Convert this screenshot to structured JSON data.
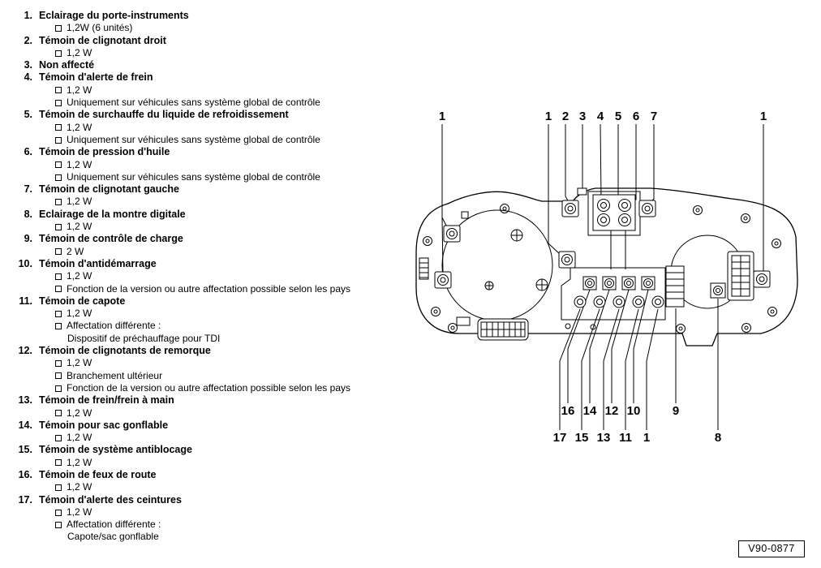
{
  "page": {
    "ref_label": "V90-0877"
  },
  "legend": {
    "items": [
      {
        "num": "1.",
        "title": "Eclairage du porte-instruments",
        "details": [
          {
            "bullet": true,
            "text": "1,2W (6 unités)"
          }
        ]
      },
      {
        "num": "2.",
        "title": "Témoin de clignotant droit",
        "details": [
          {
            "bullet": true,
            "text": "1,2 W"
          }
        ]
      },
      {
        "num": "3.",
        "title": "Non affecté",
        "details": []
      },
      {
        "num": "4.",
        "title": "Témoin d'alerte de frein",
        "details": [
          {
            "bullet": true,
            "text": "1,2 W"
          },
          {
            "bullet": true,
            "text": "Uniquement sur véhicules sans système global de contrôle"
          }
        ]
      },
      {
        "num": "5.",
        "title": "Témoin de surchauffe du liquide de refroidissement",
        "details": [
          {
            "bullet": true,
            "text": "1,2 W"
          },
          {
            "bullet": true,
            "text": "Uniquement sur véhicules sans système global de contrôle"
          }
        ]
      },
      {
        "num": "6.",
        "title": "Témoin de pression d'huile",
        "details": [
          {
            "bullet": true,
            "text": "1,2 W"
          },
          {
            "bullet": true,
            "text": "Uniquement sur véhicules sans système global de contrôle"
          }
        ]
      },
      {
        "num": "7.",
        "title": "Témoin de clignotant gauche",
        "details": [
          {
            "bullet": true,
            "text": "1,2 W"
          }
        ]
      },
      {
        "num": "8.",
        "title": "Eclairage de la montre digitale",
        "details": [
          {
            "bullet": true,
            "text": "1,2 W"
          }
        ]
      },
      {
        "num": "9.",
        "title": "Témoin de contrôle de charge",
        "details": [
          {
            "bullet": true,
            "text": "2 W"
          }
        ]
      },
      {
        "num": "10.",
        "title": "Témoin d'antidémarrage",
        "details": [
          {
            "bullet": true,
            "text": "1,2 W"
          },
          {
            "bullet": true,
            "text": "Fonction de la version ou autre affectation possible selon les pays"
          }
        ]
      },
      {
        "num": "11.",
        "title": "Témoin de capote",
        "details": [
          {
            "bullet": true,
            "text": "1,2 W"
          },
          {
            "bullet": true,
            "text": "Affectation différente :"
          },
          {
            "bullet": false,
            "text": "Dispositif de préchauffage pour TDI"
          }
        ]
      },
      {
        "num": "12.",
        "title": "Témoin de clignotants de remorque",
        "details": [
          {
            "bullet": true,
            "text": "1,2 W"
          },
          {
            "bullet": true,
            "text": "Branchement ultérieur"
          },
          {
            "bullet": true,
            "text": "Fonction de la version ou autre affectation possible selon les pays"
          }
        ]
      },
      {
        "num": "13.",
        "title": "Témoin de frein/frein à main",
        "details": [
          {
            "bullet": true,
            "text": "1,2 W"
          }
        ]
      },
      {
        "num": "14.",
        "title": "Témoin pour sac gonflable",
        "details": [
          {
            "bullet": true,
            "text": "1,2 W"
          }
        ]
      },
      {
        "num": "15.",
        "title": "Témoin de système antiblocage",
        "details": [
          {
            "bullet": true,
            "text": "1,2 W"
          }
        ]
      },
      {
        "num": "16.",
        "title": "Témoin de feux de route",
        "details": [
          {
            "bullet": true,
            "text": "1,2 W"
          }
        ]
      },
      {
        "num": "17.",
        "title": "Témoin d'alerte des ceintures",
        "details": [
          {
            "bullet": true,
            "text": "1,2 W"
          },
          {
            "bullet": true,
            "text": "Affectation différente :"
          },
          {
            "bullet": false,
            "text": "Capote/sac gonflable"
          }
        ]
      }
    ]
  },
  "diagram": {
    "callouts": {
      "top_left": "1",
      "group": [
        "1",
        "2",
        "3",
        "4",
        "5",
        "6",
        "7"
      ],
      "top_right": "1",
      "upper_row": [
        "16",
        "14",
        "12",
        "10"
      ],
      "lower_row": [
        "17",
        "15",
        "13",
        "11",
        "1"
      ],
      "nine": "9",
      "eight": "8"
    }
  }
}
